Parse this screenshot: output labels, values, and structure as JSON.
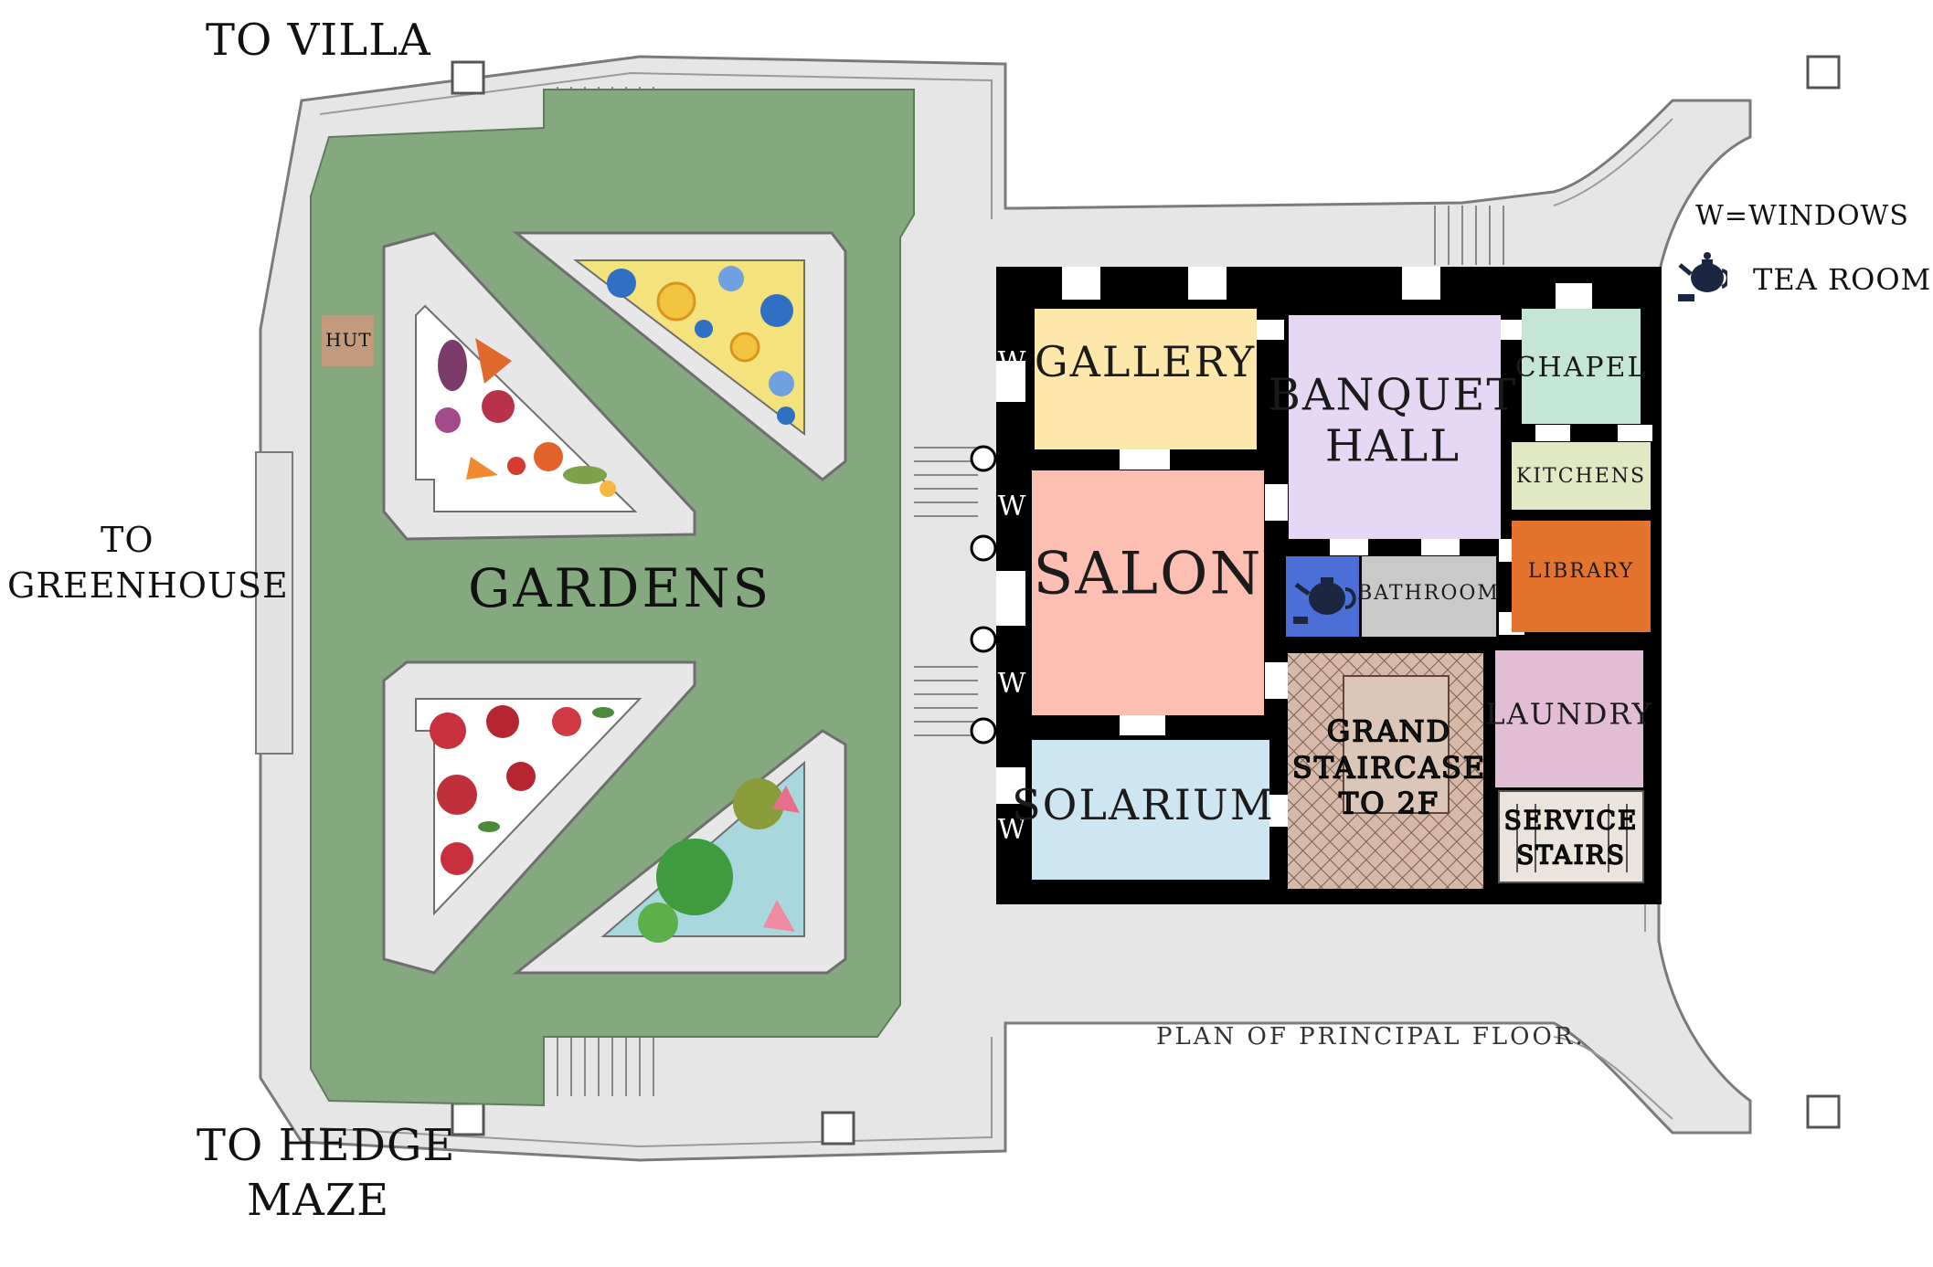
{
  "directions": {
    "to_villa": "TO VILLA",
    "to_greenhouse_1": "TO",
    "to_greenhouse_2": "GREENHOUSE",
    "to_hedge_maze_1": "TO HEDGE",
    "to_hedge_maze_2": "MAZE"
  },
  "gardens": {
    "label": "GARDENS",
    "hut": "HUT",
    "green": "#84a97f"
  },
  "legend": {
    "windows": "W=WINDOWS",
    "tea_room": "TEA ROOM",
    "tea_icon": "teapot-icon"
  },
  "caption": "PLAN OF PRINCIPAL FLOOR.",
  "window_mark": "W",
  "rooms": {
    "gallery": {
      "label": "GALLERY",
      "color": "#fde7aa"
    },
    "banquet_hall": {
      "label_1": "BANQUET",
      "label_2": "HALL",
      "color": "#e6d8f5"
    },
    "chapel": {
      "label": "CHAPEL",
      "color": "#c3e6d7"
    },
    "kitchens": {
      "label": "KITCHENS",
      "color": "#e1e8c4"
    },
    "salon": {
      "label": "SALON",
      "color": "#fdbfb2"
    },
    "bathroom": {
      "label": "BATHROOM",
      "color": "#c9c9c9"
    },
    "library": {
      "label": "LIBRARY",
      "color": "#e4732e"
    },
    "laundry": {
      "label": "LAUNDRY",
      "color": "#e2bdd6"
    },
    "solarium": {
      "label": "SOLARIUM",
      "color": "#cde6f1"
    },
    "grand_staircase": {
      "label_1": "GRAND",
      "label_2": "STAIRCASE",
      "label_3": "TO 2F",
      "color": "#dcc6b8"
    },
    "service_stairs": {
      "label_1": "SERVICE",
      "label_2": "STAIRS",
      "color": "#ebe4dc"
    },
    "tea_room": {
      "color": "#4b6fd6"
    }
  }
}
